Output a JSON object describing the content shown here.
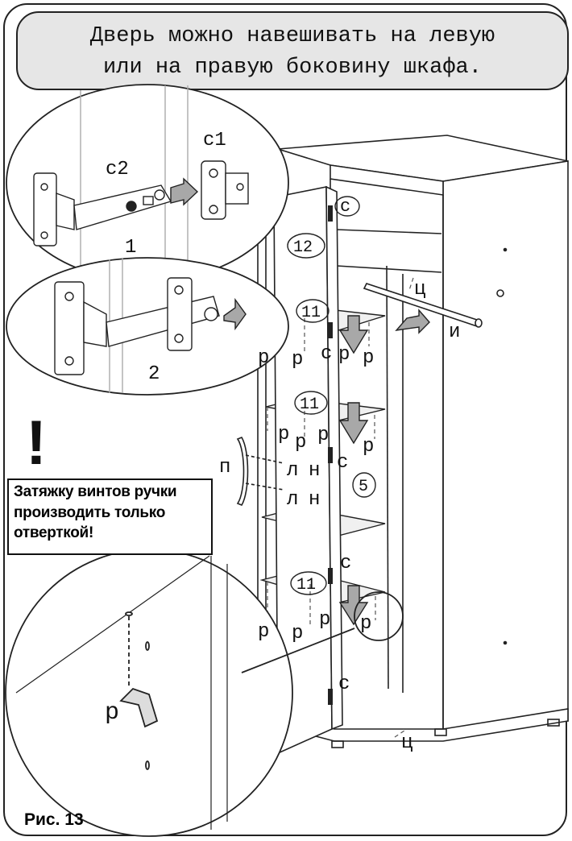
{
  "header": {
    "line1": "Дверь можно навешивать на левую",
    "line2": "или на правую боковину шкафа."
  },
  "warning": {
    "mark": "!",
    "lines": [
      "Затяжку винтов ручки",
      "производить только",
      "отверткой!"
    ]
  },
  "figure_caption": "Рис. 13",
  "hinge_detail": {
    "c1": "с1",
    "c2": "с2",
    "step1": "1",
    "step2": "2"
  },
  "labels": {
    "c": "с",
    "p": "р",
    "ts": "ц",
    "i": "и",
    "pi": "п",
    "l": "л",
    "n": "н",
    "part12": "12",
    "part11": "11",
    "part5": "5"
  }
}
